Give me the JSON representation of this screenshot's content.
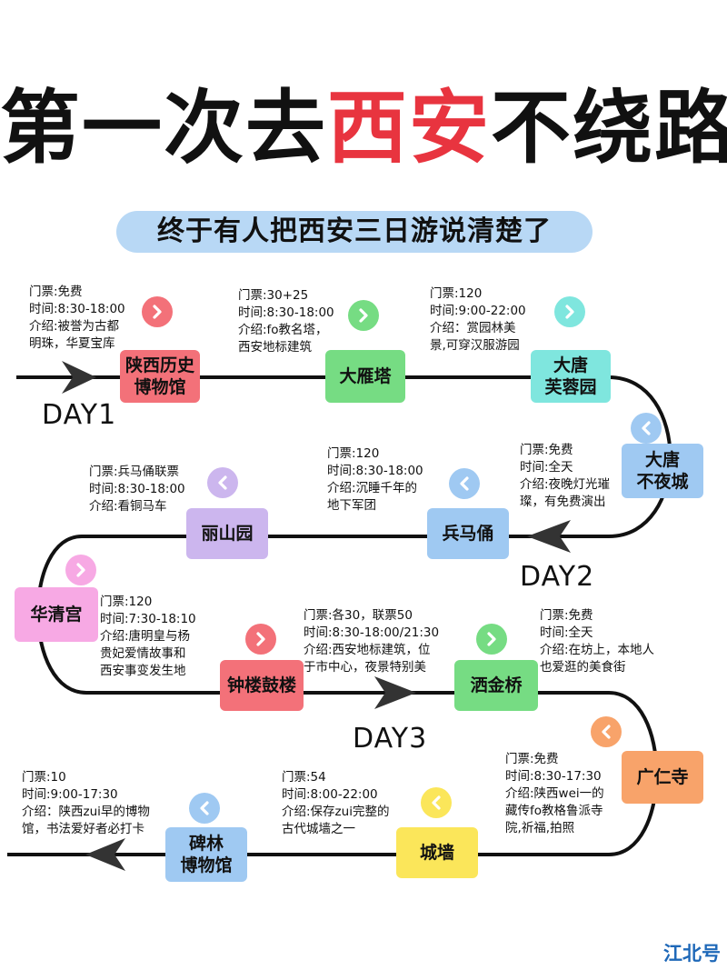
{
  "title": {
    "part1": "第一次去",
    "highlight": "西安",
    "part2": "不绕路"
  },
  "subtitle": "终于有人把西安三日游说清楚了",
  "days": {
    "day1": "DAY1",
    "day2": "DAY2",
    "day3": "DAY3"
  },
  "watermark": "江北号",
  "spots": [
    {
      "name": "陕西历史\n博物馆",
      "info": "门票:免费\n时间:8:30-18:00\n介绍:被誉为古都\n明珠，华夏宝库",
      "color": "#f37179"
    },
    {
      "name": "大雁塔",
      "info": "门票:30+25\n时间:8:30-18:00\n介绍:fo教名塔，\n西安地标建筑",
      "color": "#76dc83"
    },
    {
      "name": "大唐\n芙蓉园",
      "info": "门票:120\n时间:9:00-22:00\n介绍：赏园林美\n景,可穿汉服游园",
      "color": "#7fe6de"
    },
    {
      "name": "大唐\n不夜城",
      "info": "门票:免费\n时间:全天\n介绍:夜晚灯光璀\n璨，有免费演出",
      "color": "#9fc9f2"
    },
    {
      "name": "兵马俑",
      "info": "门票:120\n时间:8:30-18:00\n介绍:沉睡千年的\n地下军团",
      "color": "#9fc9f2"
    },
    {
      "name": "丽山园",
      "info": "门票:兵马俑联票\n时间:8:30-18:00\n介绍:看铜马车",
      "color": "#ccb6ee"
    },
    {
      "name": "华清宫",
      "info": "门票:120\n时间:7:30-18:10\n介绍:唐明皇与杨\n贵妃爱情故事和\n西安事变发生地",
      "color": "#f7a9e4"
    },
    {
      "name": "钟楼鼓楼",
      "info": "门票:各30，联票50\n时间:8:30-18:00/21:30\n介绍:西安地标建筑，位\n于市中心，夜景特别美",
      "color": "#f37179"
    },
    {
      "name": "洒金桥",
      "info": "门票:免费\n时间:全天\n介绍:在坊上，本地人\n也爱逛的美食街",
      "color": "#76dc83"
    },
    {
      "name": "广仁寺",
      "info": "门票:免费\n时间:8:30-17:30\n介绍:陕西wei一的\n藏传fo教格鲁派寺\n院,祈福,拍照",
      "color": "#f8a36a"
    },
    {
      "name": "城墙",
      "info": "门票:54\n时间:8:00-22:00\n介绍:保存zui完整的\n古代城墙之一",
      "color": "#fbe65a"
    },
    {
      "name": "碑林\n博物馆",
      "info": "门票:10\n时间:9:00-17:30\n介绍：陕西zui早的博物\n馆，书法爱好者必打卡",
      "color": "#9fc9f2"
    }
  ]
}
